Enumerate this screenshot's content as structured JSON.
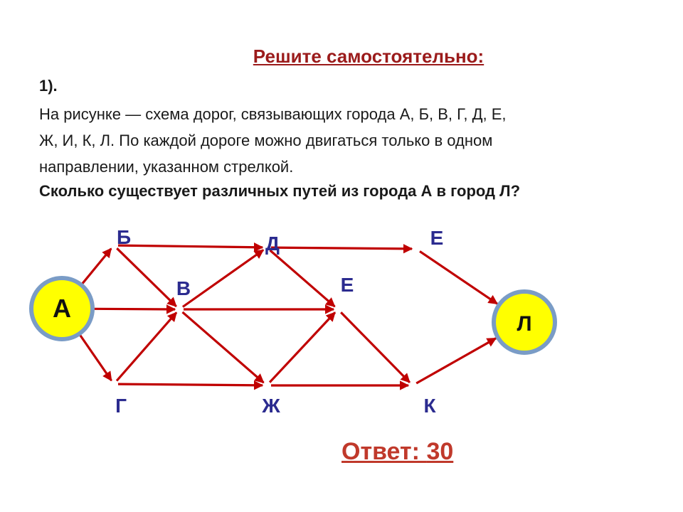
{
  "colors": {
    "heading": "#9b1b1b",
    "body_text": "#1a1a1a",
    "edge": "#c00000",
    "node_label": "#2b2b8f",
    "node_fill": "#ffff00",
    "node_ring": "#7a9cc6",
    "answer": "#c0392b"
  },
  "slide": {
    "heading": "Решите самостоятельно:",
    "task_number": "1).",
    "task_lines": [
      "На рисунке — схема дорог, связывающих города А, Б, В, Г, Д, Е,",
      "Ж, И, К, Л. По каждой дороге можно двигаться только в одном",
      "направлении, указанном стрелкой."
    ],
    "question": "Сколько существует различных путей из города А в город Л?",
    "answer_label": "Ответ: ",
    "answer_value": "30"
  },
  "diagram": {
    "nodes": [
      {
        "id": "A",
        "label": "А",
        "style": "circle"
      },
      {
        "id": "B",
        "label": "Б",
        "style": "text"
      },
      {
        "id": "V",
        "label": "В",
        "style": "text"
      },
      {
        "id": "G",
        "label": "Г",
        "style": "text"
      },
      {
        "id": "D",
        "label": "Д",
        "style": "text"
      },
      {
        "id": "E1",
        "label": "Е",
        "style": "text"
      },
      {
        "id": "E2",
        "label": "Е",
        "style": "text"
      },
      {
        "id": "Zh",
        "label": "Ж",
        "style": "text"
      },
      {
        "id": "K",
        "label": "К",
        "style": "text"
      },
      {
        "id": "L",
        "label": "Л",
        "style": "circle"
      }
    ],
    "edges": [
      {
        "from": "A",
        "to": "B"
      },
      {
        "from": "A",
        "to": "V"
      },
      {
        "from": "A",
        "to": "G"
      },
      {
        "from": "B",
        "to": "D"
      },
      {
        "from": "B",
        "to": "V"
      },
      {
        "from": "G",
        "to": "V"
      },
      {
        "from": "G",
        "to": "Zh"
      },
      {
        "from": "V",
        "to": "D"
      },
      {
        "from": "V",
        "to": "E2"
      },
      {
        "from": "V",
        "to": "Zh"
      },
      {
        "from": "D",
        "to": "E1"
      },
      {
        "from": "D",
        "to": "E2"
      },
      {
        "from": "Zh",
        "to": "E2"
      },
      {
        "from": "Zh",
        "to": "K"
      },
      {
        "from": "E2",
        "to": "K"
      },
      {
        "from": "E1",
        "to": "L"
      },
      {
        "from": "K",
        "to": "L"
      }
    ]
  }
}
